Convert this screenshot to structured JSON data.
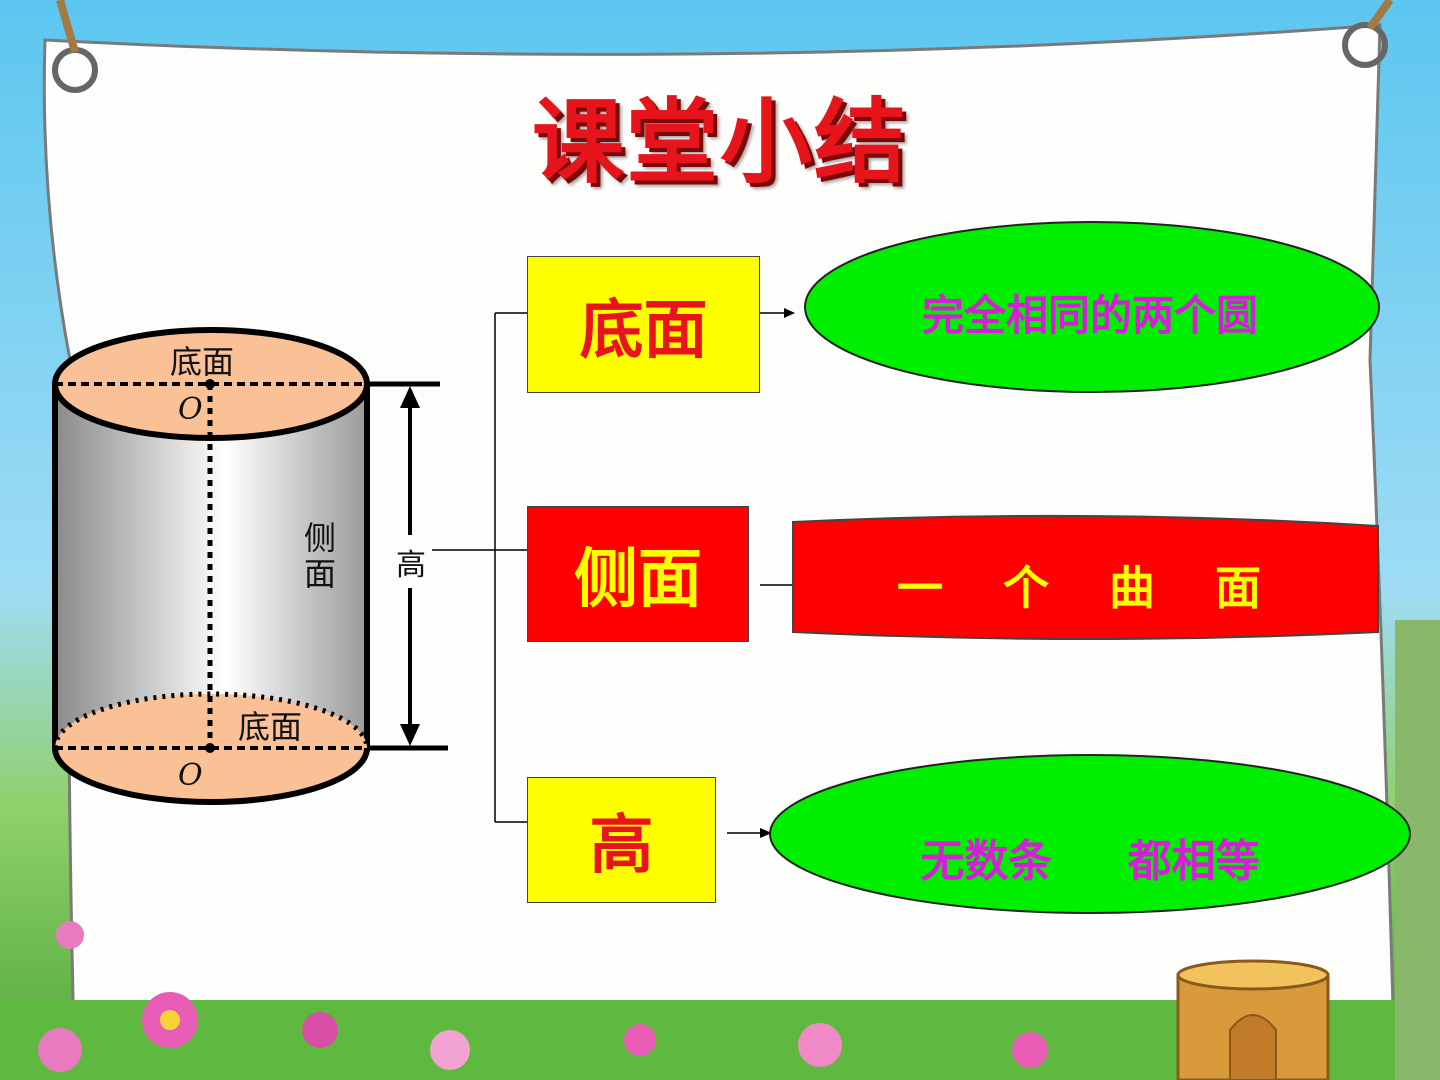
{
  "title": "课堂小结",
  "cylinder_labels": {
    "top_base": "底面",
    "bottom_base": "底面",
    "center_top": "O",
    "center_bottom": "O",
    "side": "侧面",
    "height": "高"
  },
  "concepts": [
    {
      "term": "底面",
      "description": "完全相同的两个圆"
    },
    {
      "term": "侧面",
      "description": "一 个 曲 面"
    },
    {
      "term": "高",
      "description": "无数条 都相等"
    }
  ],
  "colors": {
    "title": "#e8141c",
    "yellow_box": "#ffff00",
    "red_box": "#ff0000",
    "ellipse_green": "#00ee00",
    "description_magenta": "#d51fd6",
    "cylinder_cap": "#fbc196"
  }
}
